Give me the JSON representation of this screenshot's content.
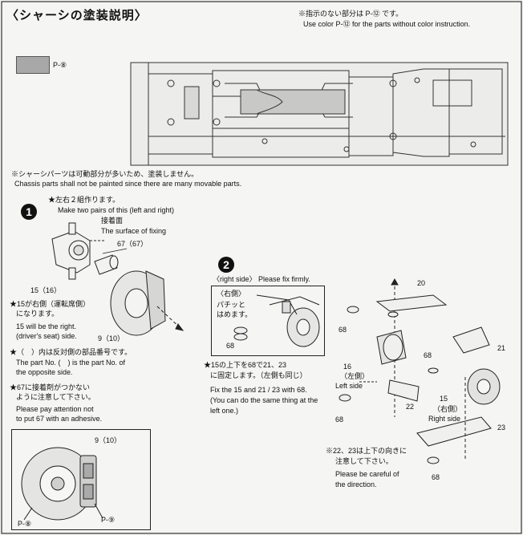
{
  "header": {
    "title": "〈シャーシの塗装説明〉",
    "note_ja": "※指示のない部分は P-⑫ です。",
    "note_en": "Use color P-⑫ for the parts without color instruction."
  },
  "swatch": {
    "label": "P-⑧",
    "color": "#a8a8a8"
  },
  "chassis_note": {
    "ja": "※シャーシパーツは可動部分が多いため、塗装しません。",
    "en": "Chassis parts shall not be painted since there are many movable parts."
  },
  "step1": {
    "number": "1",
    "make_ja": "★左右２組作ります。",
    "make_en": "Make two pairs of this (left and right)",
    "glue_ja": "接着面",
    "glue_en": "The surface of fixing",
    "part_67": "67（67）",
    "part_15": "15（16）",
    "part_9": "9（10）",
    "right_ja": "★15が右側（運転席側）になります。",
    "right_ja_1": "★15が右側（運転席側）",
    "right_ja_2": "になります。",
    "right_en_1": "15 will be the right.",
    "right_en_2": "(driver's seat) side.",
    "paren_ja": "★（　）内は反対側の部品番号です。",
    "paren_en_1": "The part No. (　) is the part No. of",
    "paren_en_2": "the opposite side.",
    "adhesive_ja_1": "★67に接着剤がつかない",
    "adhesive_ja_2": "ように注意して下さい。",
    "adhesive_en_1": "Please pay attention not",
    "adhesive_en_2": "to put 67 with an adhesive."
  },
  "disc_detail": {
    "part": "9（10）",
    "paint_a": "P-⑧",
    "paint_b": "P-⑨"
  },
  "step2": {
    "number": "2",
    "right_side": "〈right side〉 Please fix firmly.",
    "inset_ja_1": "〈右側〉",
    "inset_ja_2": "パチッと",
    "inset_ja_3": "はめます。",
    "inset_part": "68",
    "fix_ja_1": "★15の上下を68で21、23",
    "fix_ja_2": "に固定します。（左側も同じ）",
    "fix_en_1": "Fix the 15 and 21 / 23 with 68.",
    "fix_en_2": "(You can do the same thing at the",
    "fix_en_3": "left one.)",
    "p20": "20",
    "p68a": "68",
    "p21": "21",
    "p68b": "68",
    "p16": "16",
    "left_ja": "（左側）",
    "left_en": "Left side",
    "p22": "22",
    "p15": "15",
    "right_ja": "（右側）",
    "right_en": "Right side",
    "p23": "23",
    "p68c": "68",
    "p68d": "68",
    "updown_ja_1": "※22、23は上下の向きに",
    "updown_ja_2": "注意して下さい。",
    "updown_en_1": "Please be careful of",
    "updown_en_2": "the direction."
  }
}
